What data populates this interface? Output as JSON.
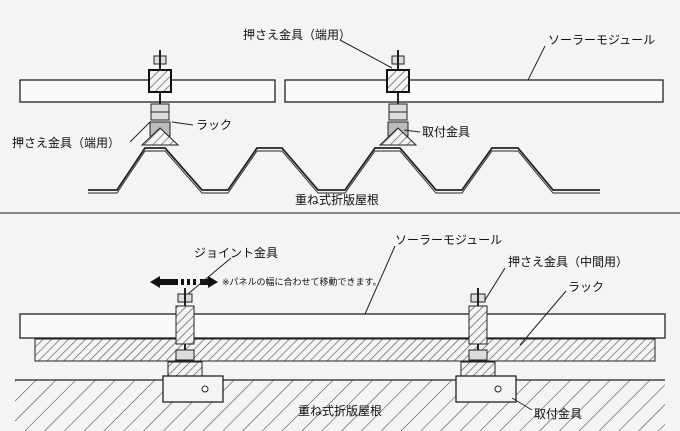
{
  "top": {
    "label_clamp_end_top": "押さえ金具（端用）",
    "label_solar_module": "ソーラーモジュール",
    "label_clamp_end_left": "押さえ金具（端用）",
    "label_rack": "ラック",
    "label_mount": "取付金具",
    "label_roof": "重ね式折版屋根"
  },
  "bottom": {
    "label_joint": "ジョイント金具",
    "label_note": "※パネルの幅に合わせて移動できます。",
    "label_solar_module": "ソーラーモジュール",
    "label_clamp_mid": "押さえ金具（中間用）",
    "label_rack": "ラック",
    "label_roof": "重ね式折版屋根",
    "label_mount": "取付金具"
  }
}
